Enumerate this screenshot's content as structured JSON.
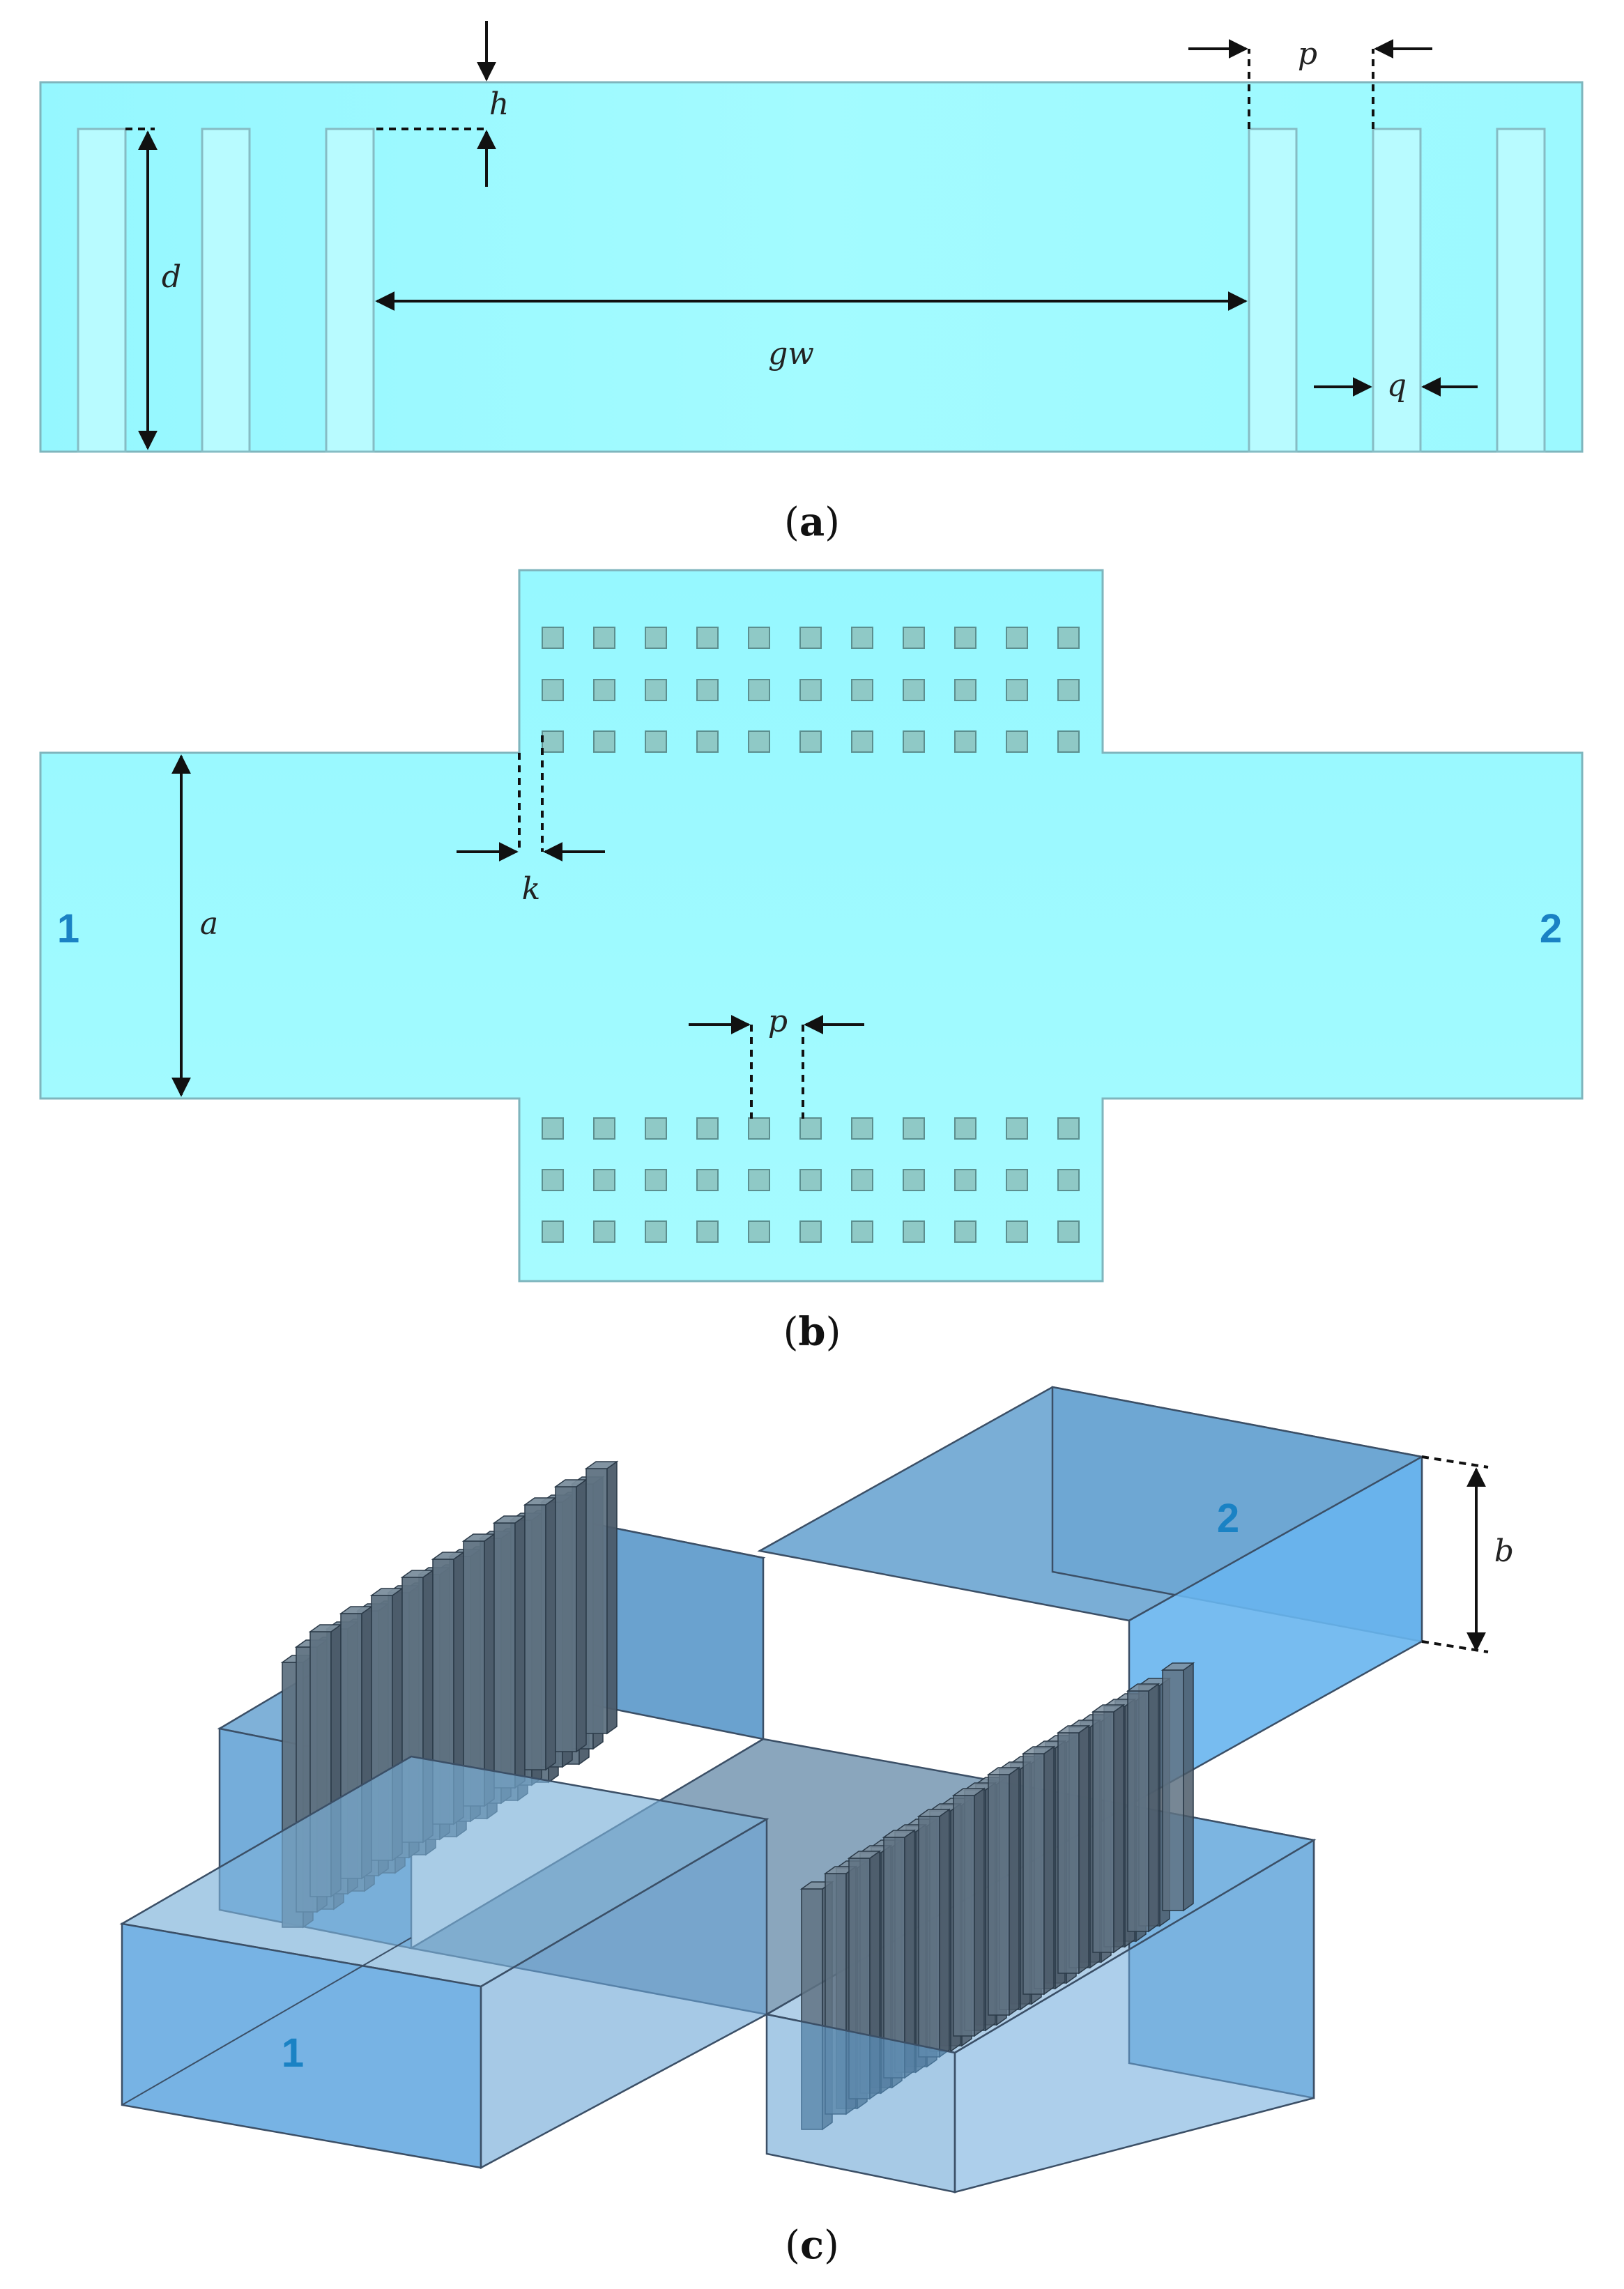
{
  "panel_a": {
    "labels": {
      "h": "h",
      "p": "p",
      "d": "d",
      "gw": "gw",
      "q": "q"
    },
    "caption_open": "(",
    "caption_letter": "a",
    "caption_close": ")"
  },
  "panel_b": {
    "labels": {
      "k": "k",
      "a": "a",
      "p": "p"
    },
    "port_left": "1",
    "port_right": "2",
    "caption_open": "(",
    "caption_letter": "b",
    "caption_close": ")"
  },
  "panel_c": {
    "labels": {
      "b": "b"
    },
    "port_front": "1",
    "port_back": "2",
    "caption_open": "(",
    "caption_letter": "c",
    "caption_close": ")"
  },
  "colors": {
    "waveguide_fill": "#9dfaff",
    "pin_fill": "#b8fbff",
    "pin_square": "#8fc9c6",
    "box3d_fill": "#5fa7d8",
    "pin3d": "#5d6f7e",
    "port_text": "#1a82c4"
  }
}
